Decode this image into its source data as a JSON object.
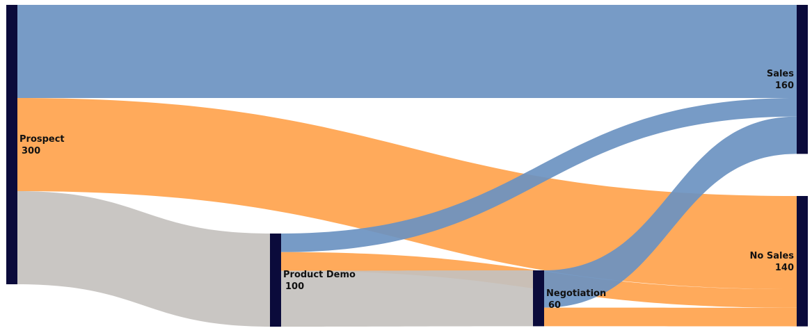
{
  "chart_data": {
    "type": "sankey",
    "title": "",
    "colors": {
      "node": "#0b0b3b",
      "to_sales": "#6b93c1",
      "to_no_sales": "#ffa34d",
      "other": "#c4c1be"
    },
    "nodes": [
      {
        "id": "prospect",
        "name": "Prospect",
        "value_label": "300",
        "column": 0
      },
      {
        "id": "product_demo",
        "name": "Product Demo",
        "value_label": "100",
        "column": 1
      },
      {
        "id": "negotiation",
        "name": "Negotiation",
        "value_label": "60",
        "column": 2
      },
      {
        "id": "sales",
        "name": "Sales",
        "value_label": "160",
        "column": 3
      },
      {
        "id": "no_sales",
        "name": "No Sales",
        "value_label": "140",
        "column": 3
      }
    ],
    "links": [
      {
        "source": "prospect",
        "target": "sales",
        "value": 100,
        "color": "to_sales"
      },
      {
        "source": "prospect",
        "target": "no_sales",
        "value": 100,
        "color": "to_no_sales"
      },
      {
        "source": "prospect",
        "target": "product_demo",
        "value": 100,
        "color": "other"
      },
      {
        "source": "product_demo",
        "target": "sales",
        "value": 20,
        "color": "to_sales"
      },
      {
        "source": "product_demo",
        "target": "no_sales",
        "value": 20,
        "color": "to_no_sales"
      },
      {
        "source": "product_demo",
        "target": "negotiation",
        "value": 60,
        "color": "other"
      },
      {
        "source": "negotiation",
        "target": "sales",
        "value": 40,
        "color": "to_sales"
      },
      {
        "source": "negotiation",
        "target": "no_sales",
        "value": 20,
        "color": "to_no_sales"
      }
    ]
  }
}
